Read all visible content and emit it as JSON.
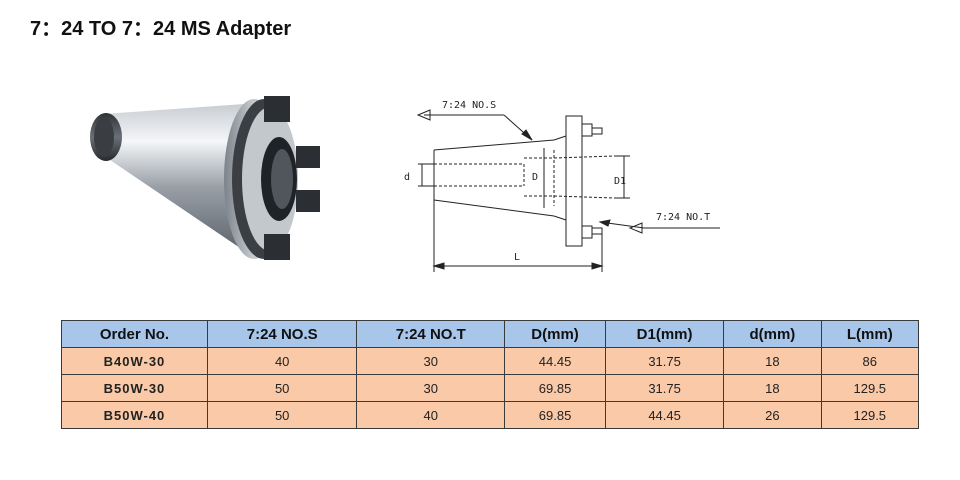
{
  "title": "7：24 TO 7：24 MS Adapter",
  "drawing": {
    "label_no_s": "7:24 NO.S",
    "label_no_t": "7:24 NO.T",
    "label_d": "d",
    "label_D": "D",
    "label_D1": "D1",
    "label_L": "L"
  },
  "table": {
    "headers": [
      "Order No.",
      "7:24 NO.S",
      "7:24 NO.T",
      "D(mm)",
      "D1(mm)",
      "d(mm)",
      "L(mm)"
    ],
    "rows": [
      [
        "B40W-30",
        "40",
        "30",
        "44.45",
        "31.75",
        "18",
        "86"
      ],
      [
        "B50W-30",
        "50",
        "30",
        "69.85",
        "31.75",
        "18",
        "129.5"
      ],
      [
        "B50W-40",
        "50",
        "40",
        "69.85",
        "44.45",
        "26",
        "129.5"
      ]
    ]
  },
  "colors": {
    "header_bg": "#a7c6ea",
    "row_bg": "#f9c9a8"
  }
}
